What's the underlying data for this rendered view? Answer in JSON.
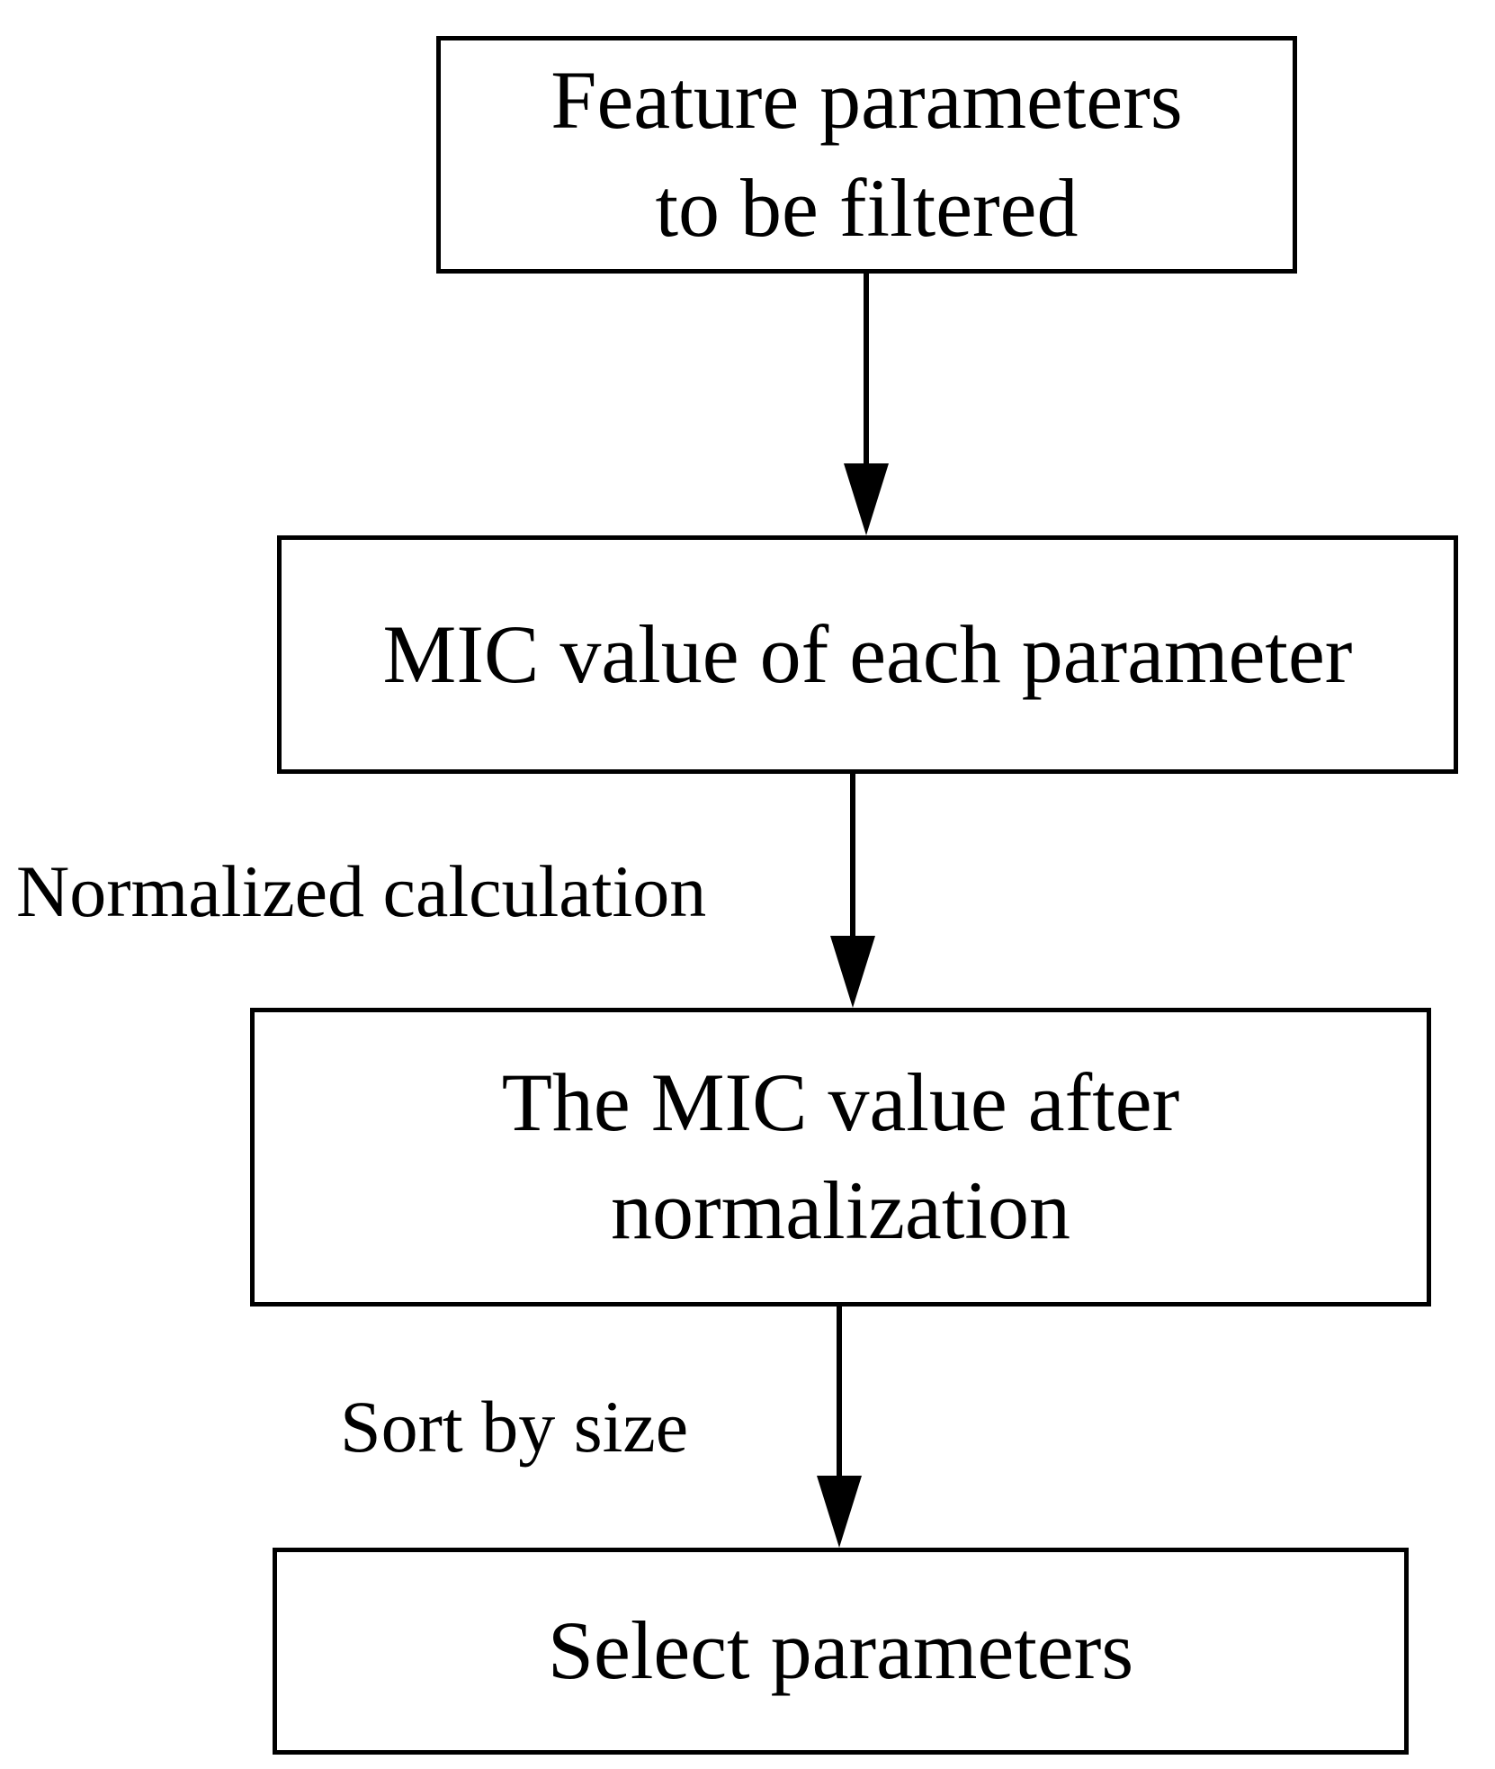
{
  "nodes": [
    {
      "id": "feature-parameters",
      "lines": [
        "Feature parameters",
        "to be filtered"
      ]
    },
    {
      "id": "mic-value",
      "lines": [
        "MIC value of each parameter"
      ]
    },
    {
      "id": "mic-normalized",
      "lines": [
        "The MIC value after",
        "normalization"
      ]
    },
    {
      "id": "select-parameters",
      "lines": [
        "Select parameters"
      ]
    }
  ],
  "edges": [
    {
      "from": "feature-parameters",
      "to": "mic-value",
      "label": ""
    },
    {
      "from": "mic-value",
      "to": "mic-normalized",
      "label": "Normalized calculation"
    },
    {
      "from": "mic-normalized",
      "to": "select-parameters",
      "label": "Sort by size"
    }
  ]
}
